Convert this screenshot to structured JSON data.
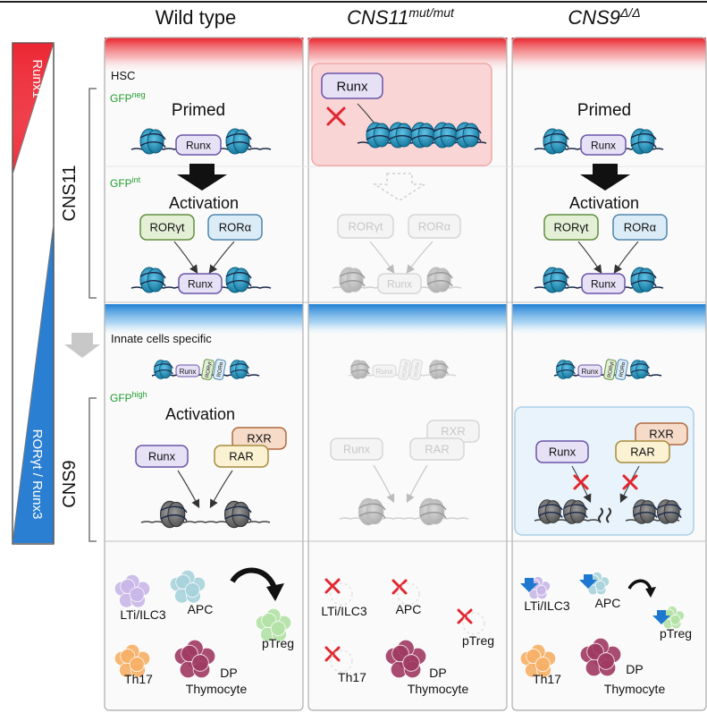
{
  "columns": {
    "wt": "Wild type",
    "cns11_base": "CNS11",
    "cns11_sup": "mut/mut",
    "cns9_base": "CNS9",
    "cns9_sup": "Δ/Δ"
  },
  "gradient": {
    "top_label": "Runx1",
    "bottom_label": "RORγt / Runx3"
  },
  "regions": {
    "cns11": "CNS11",
    "cns9": "CNS9"
  },
  "stage": {
    "hsc": "HSC",
    "gfp": "GFP",
    "gfp_neg": "neg",
    "gfp_int": "int",
    "gfp_high": "high",
    "primed": "Primed",
    "activation": "Activation",
    "innate": "Innate cells specific"
  },
  "factors": {
    "runx": "Runx",
    "rorgt": "RORγt",
    "rora": "RORα",
    "rxr": "RXR",
    "rar": "RAR"
  },
  "cells": {
    "ltilc3": "LTi/ILC3",
    "apc": "APC",
    "ptreg": "pTreg",
    "th17": "Th17",
    "dp": "DP",
    "thymocyte": "Thymocyte"
  },
  "colors": {
    "red": "#e8212a",
    "blue": "#1f7fd4",
    "nucleosome": "#1e8fb8",
    "runx_fill": "#e7e1f6",
    "runx_stroke": "#6b55a8",
    "rorgt_fill": "#e3f0d6",
    "rorgt_stroke": "#5f8f3e",
    "rora_fill": "#dcecf7",
    "rora_stroke": "#4f86ad",
    "rxr_fill": "#f6dbc9",
    "rxr_stroke": "#b06a3d",
    "rar_fill": "#fbf2d3",
    "rar_stroke": "#a88b3e",
    "gfp_green": "#1f9b2c"
  }
}
